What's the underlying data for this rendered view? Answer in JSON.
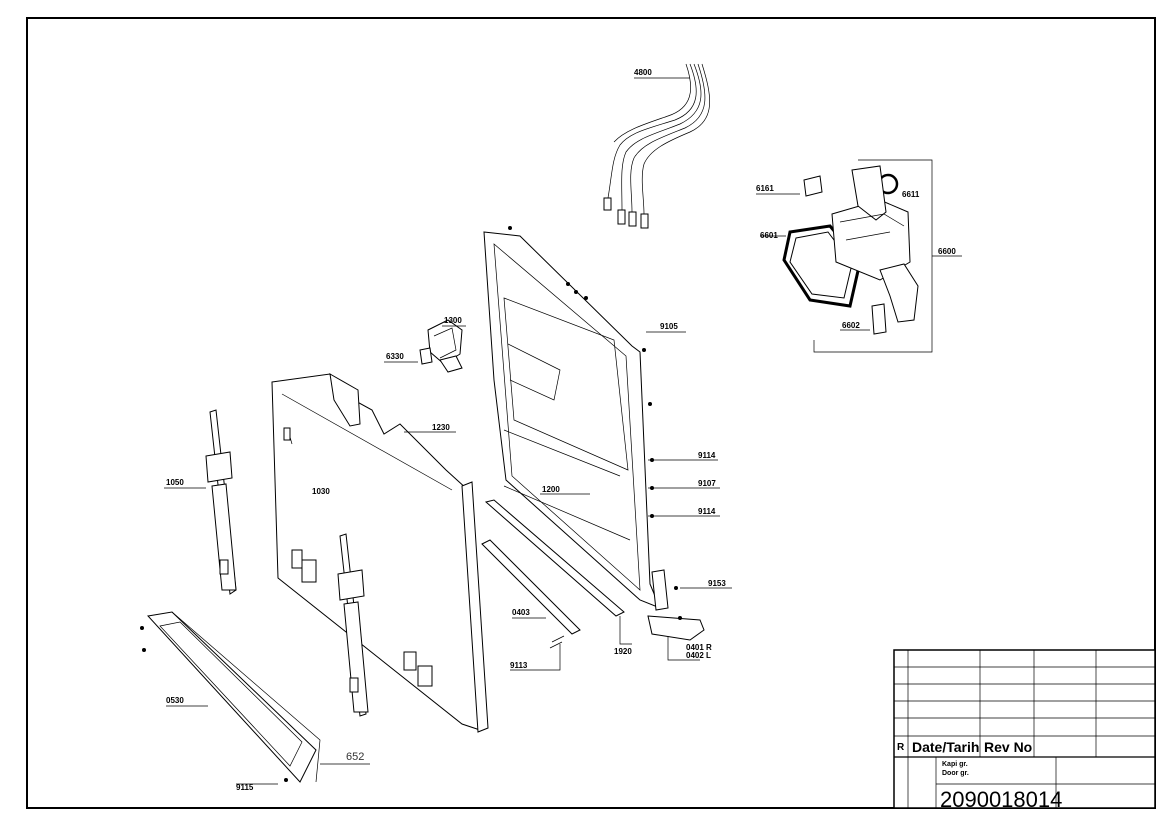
{
  "callouts": {
    "c4800": "4800",
    "c6161": "6161",
    "c6611": "6611",
    "c6601": "6601",
    "c6600": "6600",
    "c6602": "6602",
    "c1300": "1300",
    "c6330": "6330",
    "c9105": "9105",
    "c1230": "1230",
    "c1050": "1050",
    "c1030": "1030",
    "c9114a": "9114",
    "c9107": "9107",
    "c1200": "1200",
    "c9114b": "9114",
    "c9153": "9153",
    "c0403": "0403",
    "c1920": "1920",
    "c0401": "0401 R",
    "c0402": "0402 L",
    "c9113": "9113",
    "c0530": "0530",
    "c652": "652",
    "c9115": "9115"
  },
  "title_block": {
    "rev_letter": "R",
    "date_label": "Date/Tarih",
    "rev_label": "Rev No",
    "group_tr": "Kapi gr.",
    "group_en": "Door gr.",
    "drawing_number": "2090018014"
  }
}
